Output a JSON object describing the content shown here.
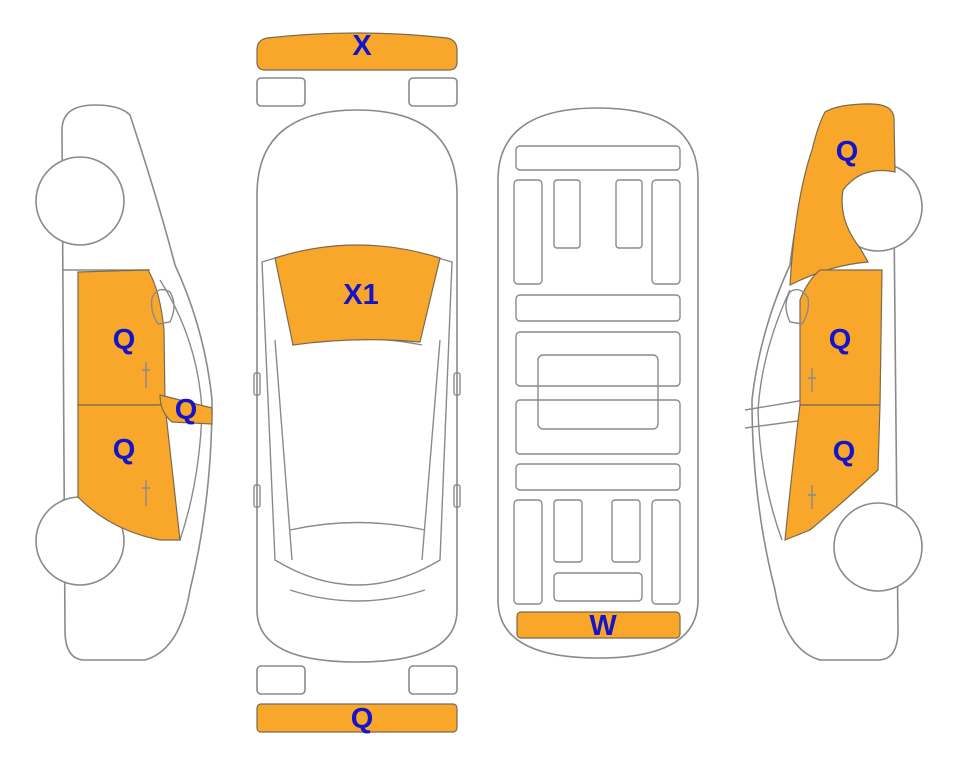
{
  "damage_color": "#F9A72B",
  "label_color": "#1414C8",
  "zones": {
    "front_bumper": "X",
    "windshield": "X1",
    "rear_bumper": "Q",
    "roof_rear": "W",
    "left_front_door": "Q",
    "left_mirror": "Q",
    "left_rear_door": "Q",
    "right_rear_fender": "Q",
    "right_front_door": "Q",
    "right_rear_door": "Q"
  }
}
